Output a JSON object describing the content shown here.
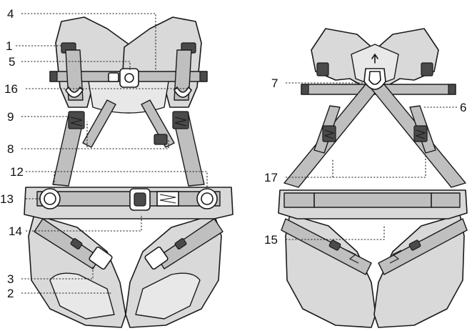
{
  "labels": {
    "l1": "1",
    "l2": "2",
    "l3": "3",
    "l4": "4",
    "l5": "5",
    "l6": "6",
    "l7": "7",
    "l8": "8",
    "l9": "9",
    "l12": "12",
    "l13": "13",
    "l14": "14",
    "l15": "15",
    "l16": "16",
    "l17": "17"
  }
}
